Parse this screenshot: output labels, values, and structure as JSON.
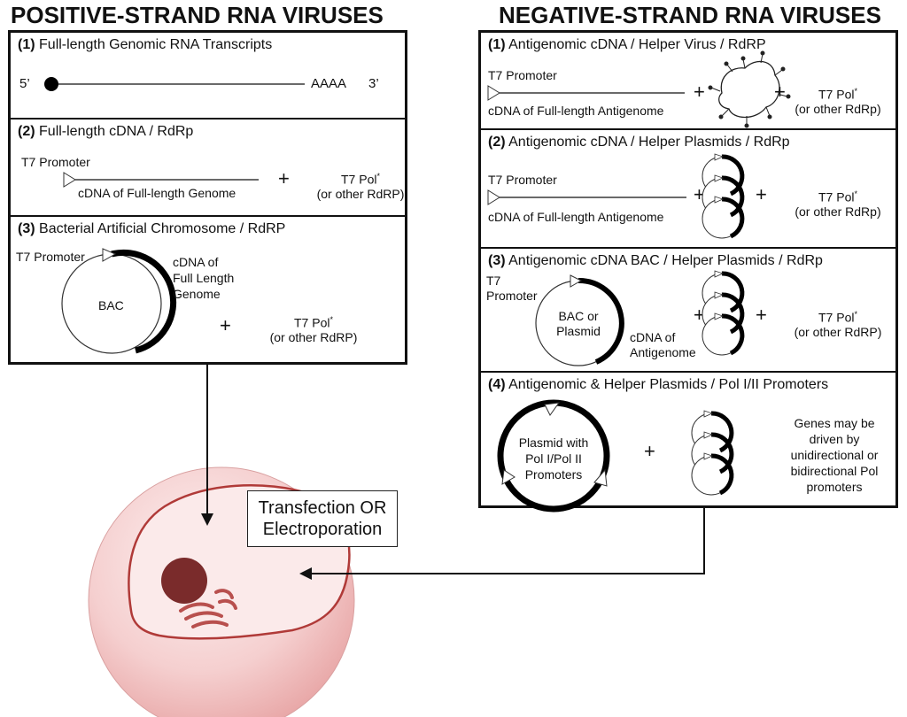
{
  "headings": {
    "positive": "POSITIVE-STRAND RNA VIRUSES",
    "negative": "NEGATIVE-STRAND RNA VIRUSES"
  },
  "positive": {
    "p1": {
      "num": "(1)",
      "title": "Full-length Genomic RNA Transcripts",
      "five": "5’",
      "polyA": "AAAA",
      "three": "3’"
    },
    "p2": {
      "num": "(2)",
      "title": "Full-length cDNA / RdRp",
      "promoter": "T7 Promoter",
      "cdna": "cDNA of Full-length Genome",
      "plus": "+",
      "pol": "T7 Pol",
      "star": "*",
      "other": "(or other RdRP)"
    },
    "p3": {
      "num": "(3)",
      "title": "Bacterial Artificial Chromosome / RdRP",
      "promoter": "T7 Promoter",
      "bac": "BAC",
      "cdna1": "cDNA of",
      "cdna2": "Full Length",
      "cdna3": "Genome",
      "plus": "+",
      "pol": "T7 Pol",
      "star": "*",
      "other": "(or other RdRP)"
    }
  },
  "negative": {
    "n1": {
      "num": "(1)",
      "title": "Antigenomic cDNA / Helper Virus / RdRP",
      "promoter": "T7 Promoter",
      "cdna": "cDNA of Full-length Antigenome",
      "plus1": "+",
      "plus2": "+",
      "pol": "T7 Pol",
      "star": "*",
      "other": "(or other RdRp)"
    },
    "n2": {
      "num": "(2)",
      "title": "Antigenomic cDNA / Helper Plasmids / RdRp",
      "promoter": "T7 Promoter",
      "cdna": "cDNA of Full-length Antigenome",
      "plus1": "+",
      "plus2": "+",
      "pol": "T7 Pol",
      "star": "*",
      "other": "(or other RdRp)"
    },
    "n3": {
      "num": "(3)",
      "title": "Antigenomic cDNA BAC / Helper Plasmids / RdRp",
      "t7a": "T7",
      "t7b": "Promoter",
      "bac1": "BAC or",
      "bac2": "Plasmid",
      "cdna1": "cDNA of",
      "cdna2": "Antigenome",
      "plus1": "+",
      "plus2": "+",
      "pol": "T7 Pol",
      "star": "*",
      "other": "(or other RdRP)"
    },
    "n4": {
      "num": "(4)",
      "title": "Antigenomic & Helper Plasmids / Pol I/II Promoters",
      "plas1": "Plasmid with",
      "plas2": "Pol I/Pol II",
      "plas3": "Promoters",
      "plus": "+",
      "g1": "Genes may be",
      "g2": "driven by",
      "g3": "unidirectional or",
      "g4": "bidirectional Pol",
      "g5": "promoters"
    }
  },
  "transfection": {
    "line1": "Transfection OR",
    "line2": "Electroporation"
  },
  "colors": {
    "cell_outer": "#f2c4c4",
    "cell_inner": "#fbe9e9",
    "nucleus": "#7a2b2b",
    "er": "#b8504e",
    "membrane": "#b03a38"
  }
}
